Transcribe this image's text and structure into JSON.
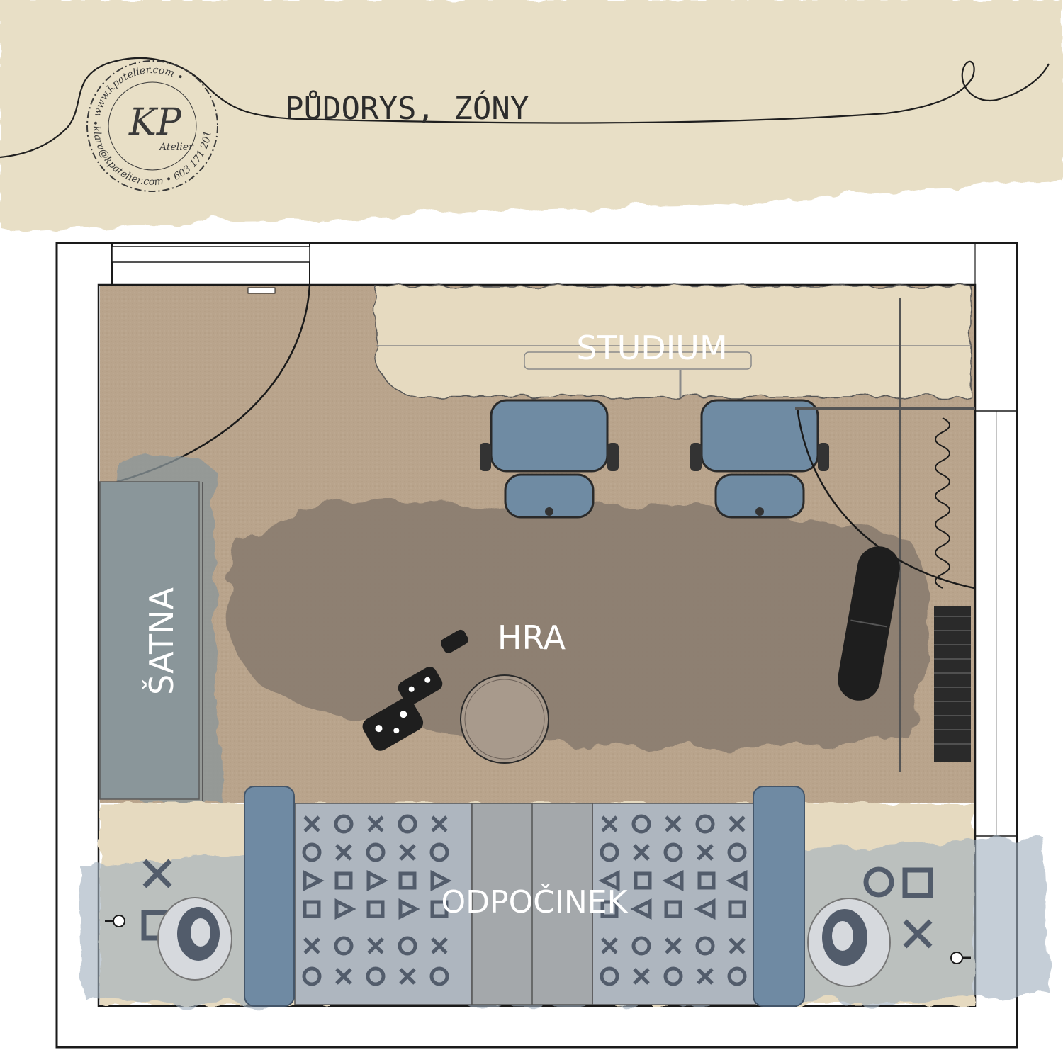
{
  "header": {
    "title": "PŮDORYS, ZÓNY",
    "background": "#e8dfc6"
  },
  "logo": {
    "website": "• www.kpatelier.com •",
    "contact": "klara@kpatelier.com • 603 171 201",
    "monogram": "KP",
    "script": "Atelier"
  },
  "zones": {
    "studium": "STUDIUM",
    "satna": "ŠATNA",
    "hra": "HRA",
    "odpocinek": "ODPOČINEK"
  },
  "colors": {
    "floor": "#b9a48c",
    "play_zone": "#8b7d70",
    "desk": "#e6dac0",
    "wardrobe": "#8a969a",
    "chair": "#6f8ba3",
    "bed_fabric": "#aeb6bf",
    "bolster": "#6f8aa3",
    "symbols": "#525c6b",
    "wall_line": "#1a1a1a"
  },
  "icons": {
    "chair": "office-chair-icon",
    "pouf": "round-pouf-icon",
    "radiator": "radiator-icon",
    "skateboard": "skateboard-icon",
    "controller": "game-controller-icon",
    "pillow": "round-pillow-icon"
  }
}
